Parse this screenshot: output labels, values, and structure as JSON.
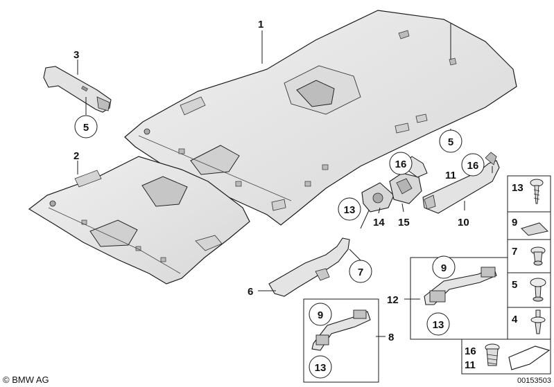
{
  "diagram": {
    "labels": {
      "headliner_main": "1",
      "headliner_small": "2",
      "bracket_top": "3",
      "bracket_top_clip": "5",
      "clip_roof": "5",
      "bracket_long": "6",
      "bracket_long_ref": "7",
      "grab_left_group": "8",
      "grab_left_9": "9",
      "grab_left_13": "13",
      "grab_right_group": "12",
      "grab_right_9": "9",
      "grab_right_13": "13",
      "bracket_10": "10",
      "bracket_10_ref11": "11",
      "bracket_10_ref16": "16",
      "mount_14": "14",
      "mount_14_ref13": "13",
      "mount_15": "15",
      "mount_15_ref16": "16"
    },
    "legend": [
      {
        "label": "13",
        "icon": "screw-icon"
      },
      {
        "label": "9",
        "icon": "pad-icon"
      },
      {
        "label": "7",
        "icon": "clip-icon"
      },
      {
        "label": "5",
        "icon": "push-clip-icon"
      },
      {
        "label": "4",
        "icon": "expanding-rivet-icon"
      }
    ],
    "legend_bottom": {
      "a": "16",
      "b": "11",
      "icon": "plug-icon"
    },
    "copyright": "© BMW AG",
    "image_id": "00153503"
  },
  "colors": {
    "line": "#1a1a1a",
    "fill": "#e6e6e6",
    "fill_dark": "#c8c8c8",
    "bg": "#ffffff"
  }
}
